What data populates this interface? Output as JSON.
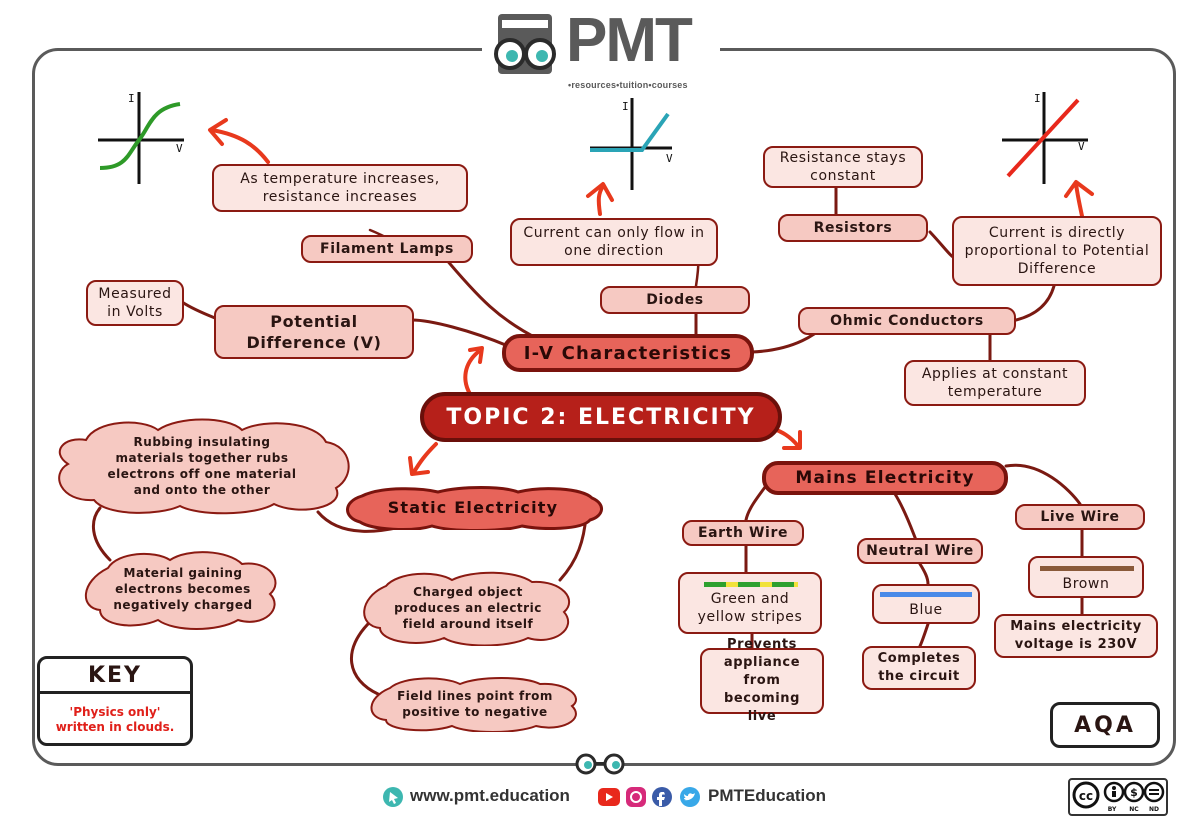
{
  "brand": {
    "name": "PMT",
    "tagline": "•resources•tuition•courses",
    "website": "www.pmt.education",
    "social_handle": "PMTEducation",
    "license_labels": [
      "BY",
      "NC",
      "ND"
    ]
  },
  "title": "TOPIC 2: ELECTRICITY",
  "iv": {
    "label": "I-V Characteristics",
    "potential_difference": "Potential Difference (V)",
    "measured_in_volts": "Measured in Volts",
    "filament_lamps": "Filament Lamps",
    "filament_note": "As temperature increases, resistance increases",
    "diodes": "Diodes",
    "diode_note": "Current can only flow in one direction",
    "resistors": "Resistors",
    "resistor_note": "Resistance stays constant",
    "ohmic": "Ohmic Conductors",
    "ohmic_note_proportional": "Current is directly proportional to Potential Difference",
    "ohmic_note_temperature": "Applies at constant temperature"
  },
  "graphs": {
    "filament": {
      "y_label": "I",
      "x_label": "V",
      "color": "#2e9a28"
    },
    "diode": {
      "y_label": "I",
      "x_label": "V",
      "color": "#2aa4b6"
    },
    "ohmic": {
      "y_label": "I",
      "x_label": "V",
      "color": "#e8281c"
    }
  },
  "static": {
    "label": "Static Electricity",
    "rubbing": "Rubbing insulating materials together rubs electrons off one material and onto the other",
    "gaining": "Material gaining electrons becomes negatively charged",
    "charged_object": "Charged object produces an electric field around itself",
    "field_lines": "Field lines point from positive to negative"
  },
  "mains": {
    "label": "Mains Electricity",
    "earth": "Earth Wire",
    "earth_colour": "Green and yellow stripes",
    "earth_note": "Prevents appliance from becoming live",
    "neutral": "Neutral Wire",
    "neutral_colour": "Blue",
    "neutral_note": "Completes the circuit",
    "live": "Live Wire",
    "live_colour": "Brown",
    "live_note": "Mains electricity voltage is 230V"
  },
  "key": {
    "heading": "KEY",
    "text": "'Physics only' written in clouds."
  },
  "exam_board": "AQA",
  "colors": {
    "node_fill": "#fbe6e2",
    "node_border": "#8b1a12",
    "title_fill": "#b6201a",
    "branch_fill": "#e7645a",
    "link": "#7a1a12",
    "arrow": "#e8391d",
    "earth_green": "#2ea02e",
    "earth_yellow": "#f1e23a",
    "neutral_blue": "#4a8ae8",
    "live_brown": "#8a5a3a"
  }
}
